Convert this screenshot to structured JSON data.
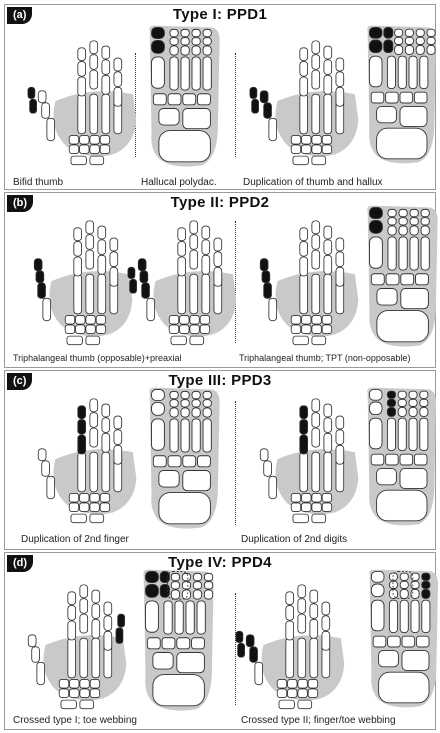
{
  "panels": [
    {
      "letter": "(a)",
      "title": "Type I: PPD1",
      "captions": [
        "Bifid thumb",
        "Hallucal polydac.",
        "Duplication of thumb and hallux"
      ]
    },
    {
      "letter": "(b)",
      "title": "Type II: PPD2",
      "captions": [
        "Triphalangeal thumb (opposable)+preaxial",
        "Triphalangeal thumb; TPT (non-opposable)"
      ]
    },
    {
      "letter": "(c)",
      "title": "Type III: PPD3",
      "captions": [
        "Duplication of 2nd finger",
        "Duplication of 2nd digits"
      ]
    },
    {
      "letter": "(d)",
      "title": "Type IV: PPD4",
      "captions": [
        "Crossed type I; toe webbing",
        "Crossed type II; finger/toe webbing"
      ]
    }
  ],
  "colors": {
    "palm": "#c9c9c9",
    "bone": "#ffffff",
    "duplicated": "#111111",
    "outline": "#333333"
  }
}
